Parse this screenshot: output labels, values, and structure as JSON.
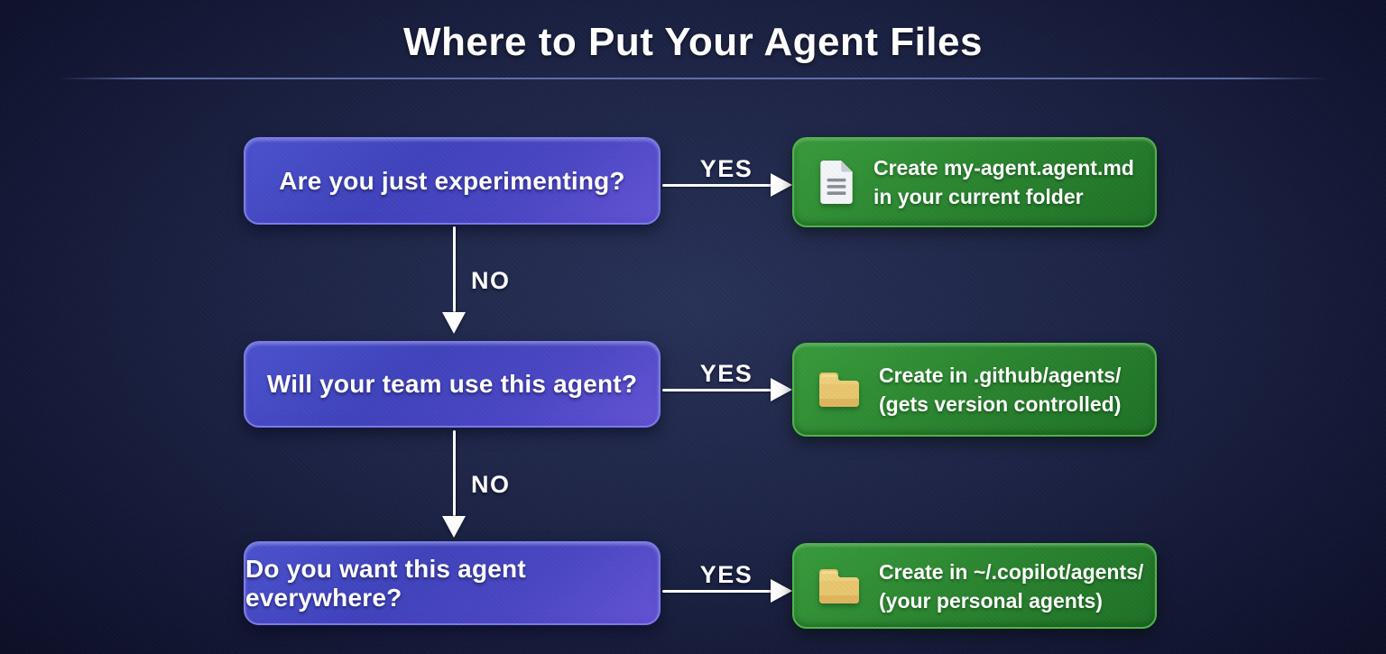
{
  "title": "Where to Put Your Agent Files",
  "flow": {
    "rows": [
      {
        "question": "Are you just experimenting?",
        "yes_label": "YES",
        "no_label": "NO",
        "result": {
          "icon": "document-icon",
          "line1": "Create my-agent.agent.md",
          "line2": "in your current folder"
        }
      },
      {
        "question": "Will your team use this agent?",
        "yes_label": "YES",
        "no_label": "NO",
        "result": {
          "icon": "folder-icon",
          "line1": "Create in .github/agents/",
          "line2": "(gets version controlled)"
        }
      },
      {
        "question": "Do you want this agent everywhere?",
        "yes_label": "YES",
        "result": {
          "icon": "folder-icon",
          "line1": "Create in ~/.copilot/agents/",
          "line2": "(your personal agents)"
        }
      }
    ]
  },
  "colors": {
    "background_center": "#283257",
    "background_edge": "#0a0c22",
    "question_box_blue": "#4546c2",
    "question_box_purple": "#6354d4",
    "question_box_border": "#8086ec",
    "result_box_green": "#2c8731",
    "result_box_border": "#4fb548",
    "arrow_white": "#ffffff",
    "folder_yellow": "#ecd27e",
    "document_white": "#f4f5f8"
  }
}
